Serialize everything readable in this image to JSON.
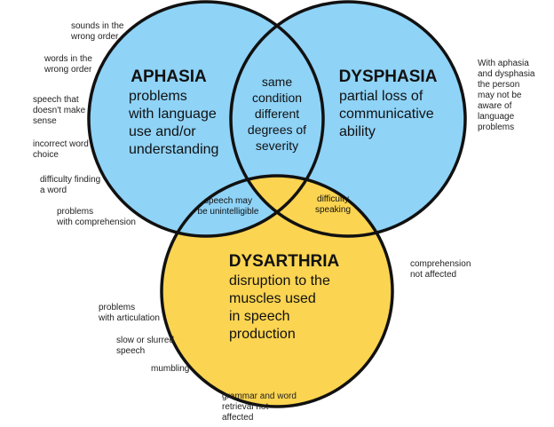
{
  "colors": {
    "blue": "#8fd3f7",
    "yellow": "#fbd451",
    "stroke": "#111111",
    "text": "#111111"
  },
  "circles": {
    "aphasia": {
      "title": "APHASIA",
      "description": "problems\nwith language\nuse and/or\nunderstanding"
    },
    "dysphasia": {
      "title": "DYSPHASIA",
      "description": "partial loss of\ncommunicative\nability"
    },
    "dysarthria": {
      "title": "DYSARTHRIA",
      "description": "disruption to the\nmuscles used\nin speech\nproduction"
    }
  },
  "overlaps": {
    "aphasia_dysphasia": "same\ncondition\ndifferent\ndegrees of\nseverity",
    "aphasia_dysarthria": "speech may\nbe unintelligible",
    "dysphasia_dysarthria": "difficulty\nspeaking"
  },
  "left_notes": [
    "sounds in the\nwrong order",
    "words in the\nwrong order",
    "speech that\ndoesn't make\nsense",
    "incorrect word\nchoice",
    "difficulty finding\na word",
    "problems\nwith comprehension"
  ],
  "right_notes": [
    "With aphasia\nand dysphasia\nthe person\nmay not be\naware of\nlanguage\nproblems",
    "comprehension\nnot affected"
  ],
  "bottom_notes": [
    "problems\nwith articulation",
    "slow or slurred\nspeech",
    "mumbling",
    "grammar and word\nretrieval not\naffected"
  ]
}
